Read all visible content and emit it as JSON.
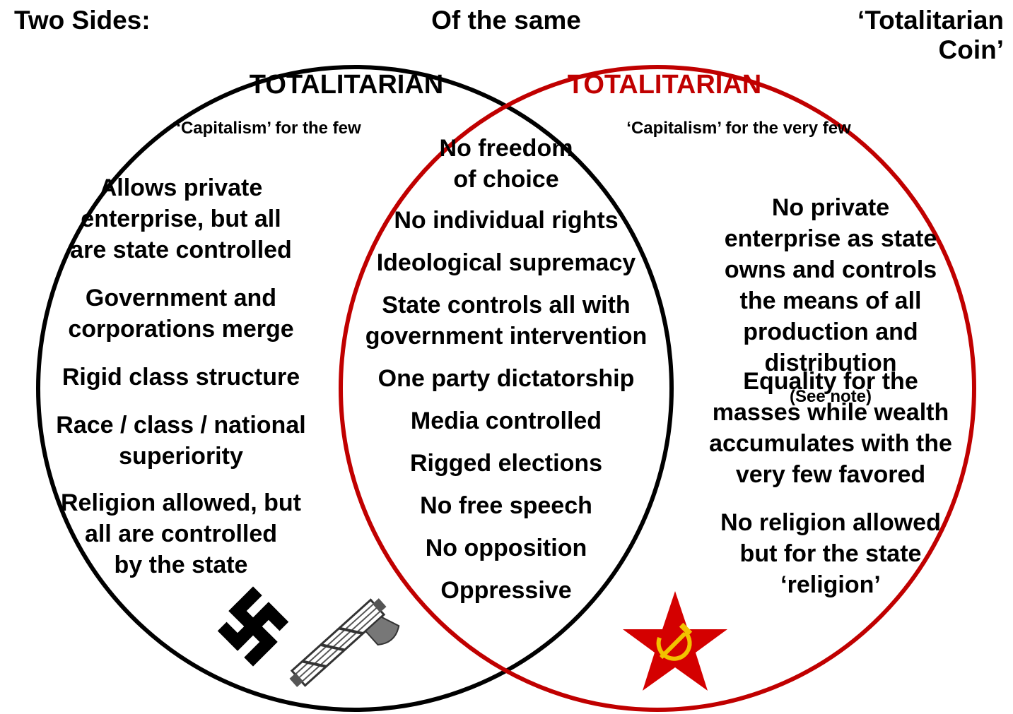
{
  "header": {
    "left": "Two Sides:",
    "middle": "Of the same",
    "right": "‘Totalitarian\nCoin’"
  },
  "left_circle": {
    "title": "TOTALITARIAN",
    "subtitle": "‘Capitalism’ for the few",
    "items": [
      "Allows private\nenterprise, but all\nare state controlled",
      "Government and\ncorporations merge",
      "Rigid class structure",
      "Race / class / national\nsuperiority",
      "Religion allowed, but\nall are controlled\nby the state"
    ],
    "color": "#000000",
    "icons": [
      "swastika-icon",
      "fasces-icon"
    ]
  },
  "right_circle": {
    "title": "TOTALITARIAN",
    "subtitle": "‘Capitalism’ for the very few",
    "items": [
      "No private\nenterprise as state\nowns and controls\nthe means of all\nproduction  and\ndistribution",
      "Equality for the\nmasses while wealth\naccumulates with the\nvery few favored",
      "No religion allowed\nbut for the state\n‘religion’"
    ],
    "note": "(See note)",
    "color": "#c00000",
    "icons": [
      "red-star-hammer-sickle-icon"
    ]
  },
  "overlap": {
    "items": [
      "No freedom\nof choice",
      "No individual rights",
      "Ideological supremacy",
      "State controls all with\ngovernment intervention",
      "One party dictatorship",
      "Media controlled",
      "Rigged elections",
      "No free speech",
      "No opposition",
      "Oppressive"
    ]
  }
}
